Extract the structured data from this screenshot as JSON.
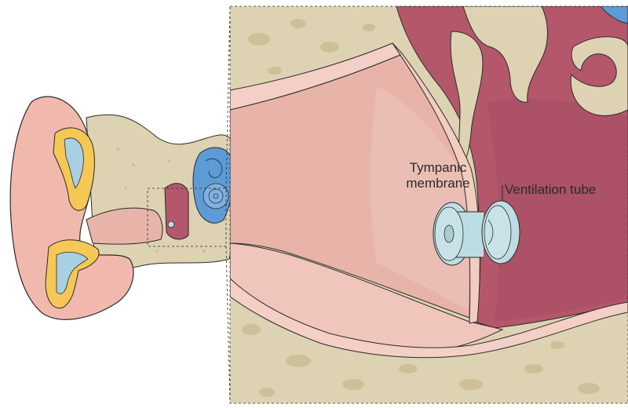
{
  "labels": {
    "tympanic_line1": "Tympanic",
    "tympanic_line2": "membrane",
    "ventilation_tube": "Ventilation tube"
  },
  "colors": {
    "skin": "#f1b9ad",
    "skin_dark": "#e39b8e",
    "bone": "#ddd2b2",
    "bone_speckle": "#c9bd98",
    "canal": "#e8b3a9",
    "canal_light": "#f3cfc6",
    "cavity": "#b4576b",
    "cavity_dark": "#9c4359",
    "membrane": "#f2cdbf",
    "cartilage": "#f5c855",
    "cartilage_inner": "#a9d0e2",
    "cochlea": "#5c9bd6",
    "tube": "#bcdde3",
    "outline": "#2b2b2b"
  },
  "icons": {
    "ear": "outer-ear-illustration",
    "tube": "ventilation-tube-grommet"
  }
}
